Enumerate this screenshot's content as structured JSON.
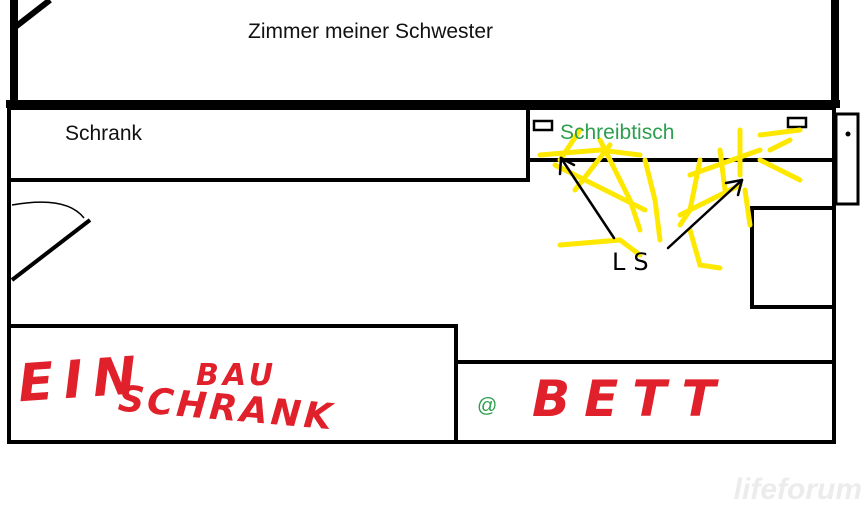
{
  "rooms": {
    "sister_room_label": "Zimmer meiner Schwester"
  },
  "furniture": {
    "wardrobe_label": "Schrank",
    "desk_label": "Schreibtisch",
    "built_in_wardrobe_part1": "EIN",
    "built_in_wardrobe_part2": "BAU",
    "built_in_wardrobe_part3": "SCHRANK",
    "bed_label": "BETT",
    "bed_marker": "@"
  },
  "annotations": {
    "speakers_label": "LS"
  },
  "watermark": {
    "text": "lifeforum"
  },
  "colors": {
    "walls": "#000000",
    "desk_label": "#2e9e4f",
    "handwriting": "#e0202a",
    "speaker_scribbles": "#ffe800"
  }
}
